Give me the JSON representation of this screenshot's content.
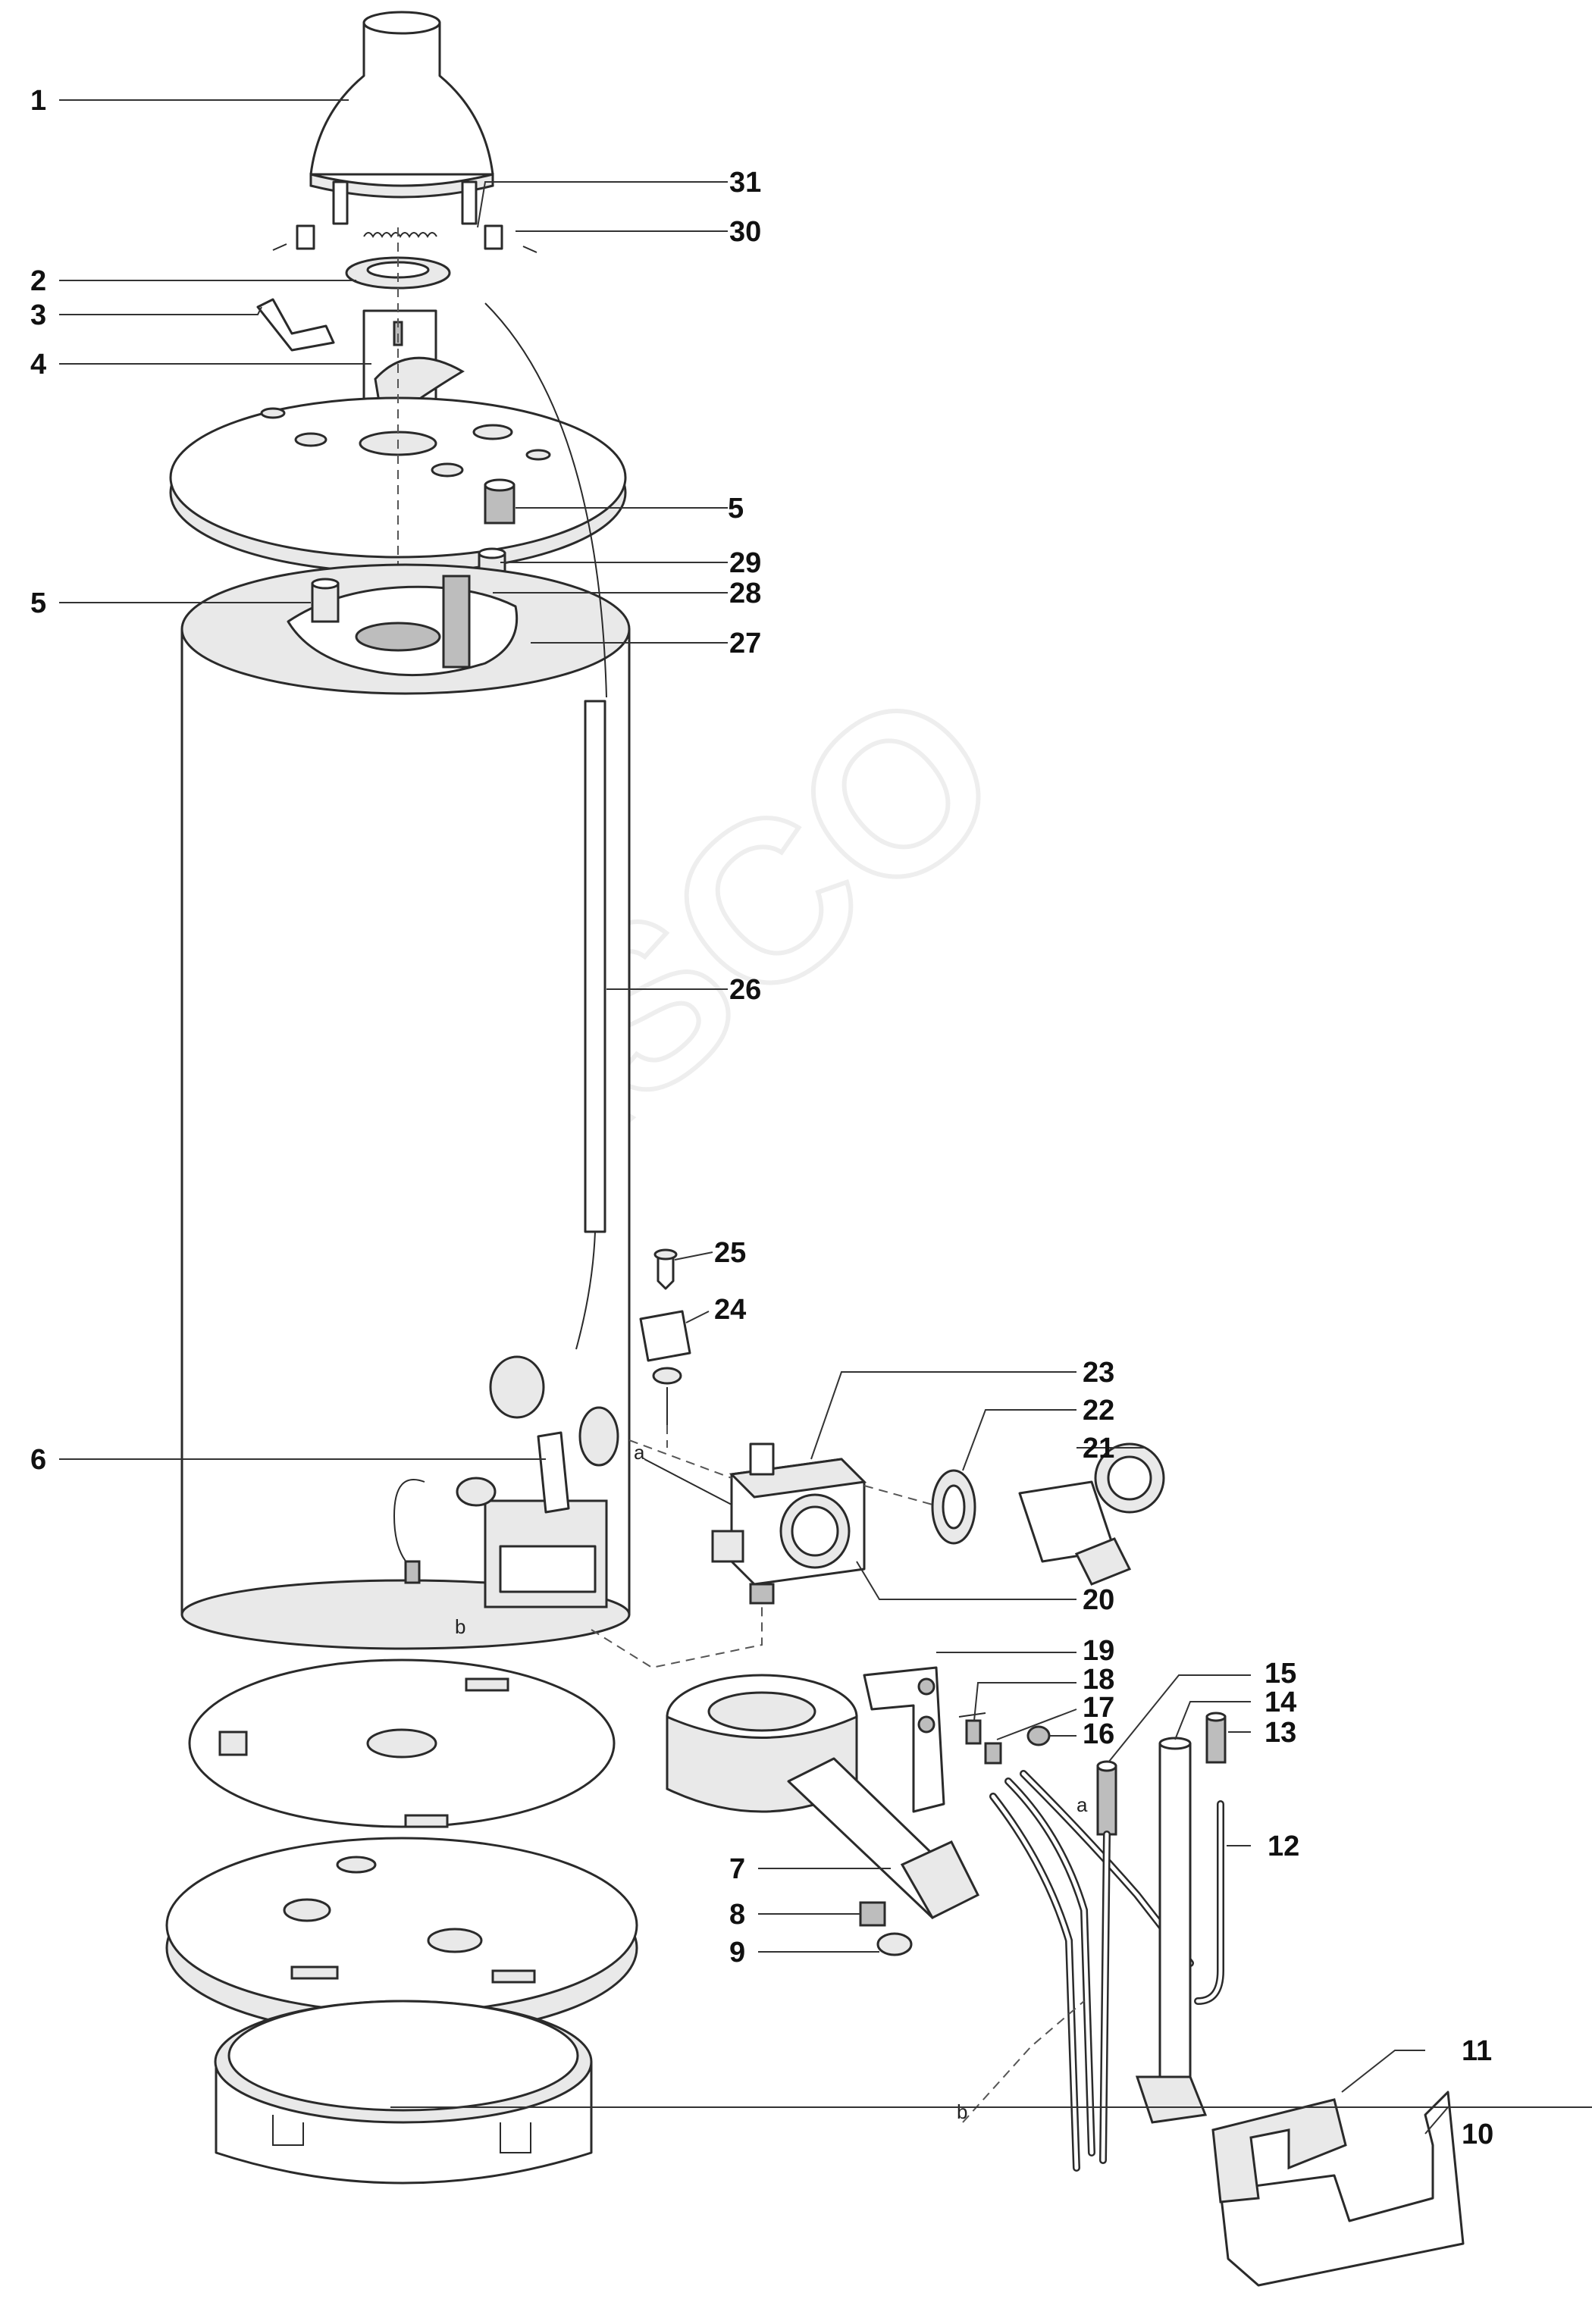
{
  "watermark": "WASCO",
  "callouts": [
    "1",
    "2",
    "3",
    "4",
    "5",
    "5",
    "6",
    "7",
    "8",
    "9",
    "10",
    "11",
    "12",
    "13",
    "14",
    "15",
    "16",
    "17",
    "18",
    "19",
    "20",
    "21",
    "22",
    "23",
    "24",
    "25",
    "26",
    "27",
    "28",
    "29",
    "30",
    "31"
  ],
  "connectors": [
    "a",
    "a",
    "b",
    "b"
  ]
}
